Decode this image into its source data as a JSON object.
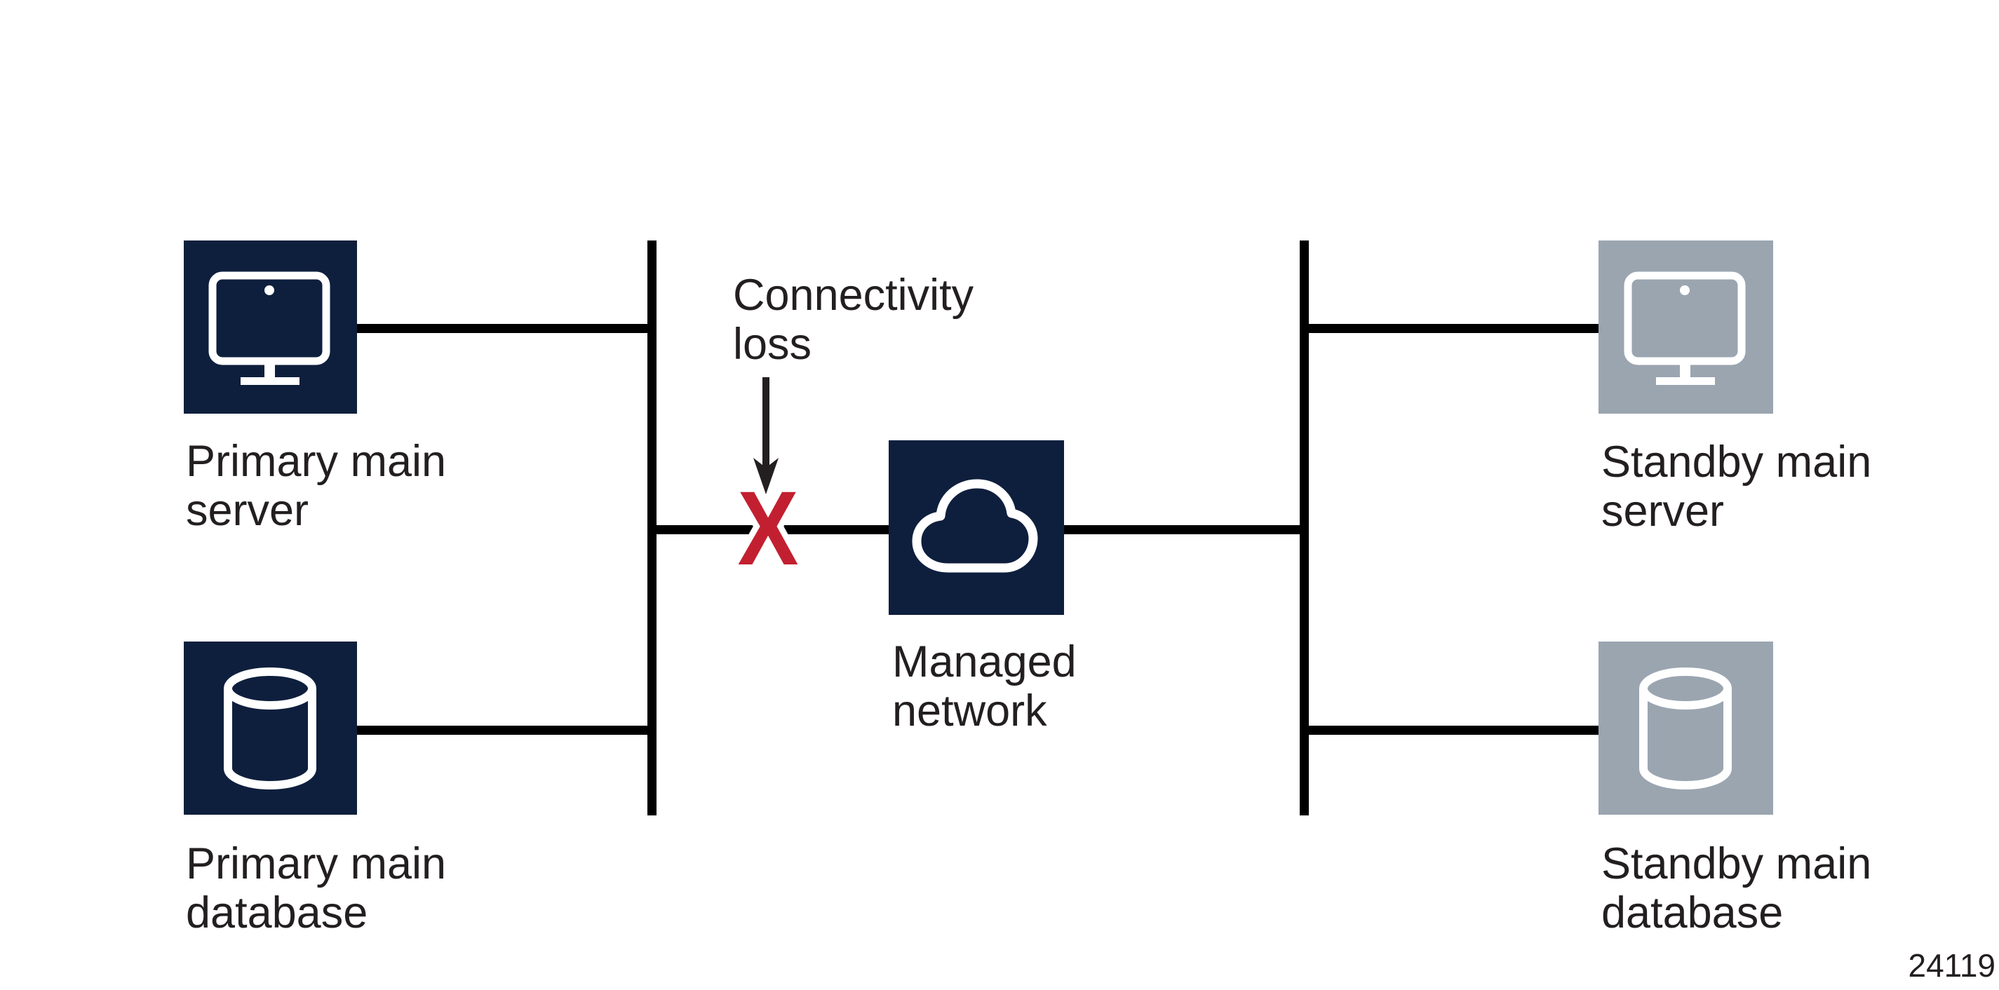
{
  "figure": {
    "number": "24119"
  },
  "annotation": {
    "line1": "Connectivity",
    "line2": "loss",
    "failure_mark": "X"
  },
  "nodes": {
    "primary_server": {
      "line1": "Primary main",
      "line2": "server",
      "icon": "monitor-icon"
    },
    "primary_database": {
      "line1": "Primary main",
      "line2": "database",
      "icon": "database-icon"
    },
    "managed_network": {
      "line1": "Managed",
      "line2": "network",
      "icon": "cloud-icon"
    },
    "standby_server": {
      "line1": "Standby main",
      "line2": "server",
      "icon": "monitor-icon"
    },
    "standby_database": {
      "line1": "Standby main",
      "line2": "database",
      "icon": "database-icon"
    }
  },
  "colors": {
    "primary_node_navy": "#0e1f3d",
    "standby_node_gray": "#9aa5b0",
    "failure_red": "#c22030",
    "line_black": "#000000",
    "text": "#231f20"
  }
}
